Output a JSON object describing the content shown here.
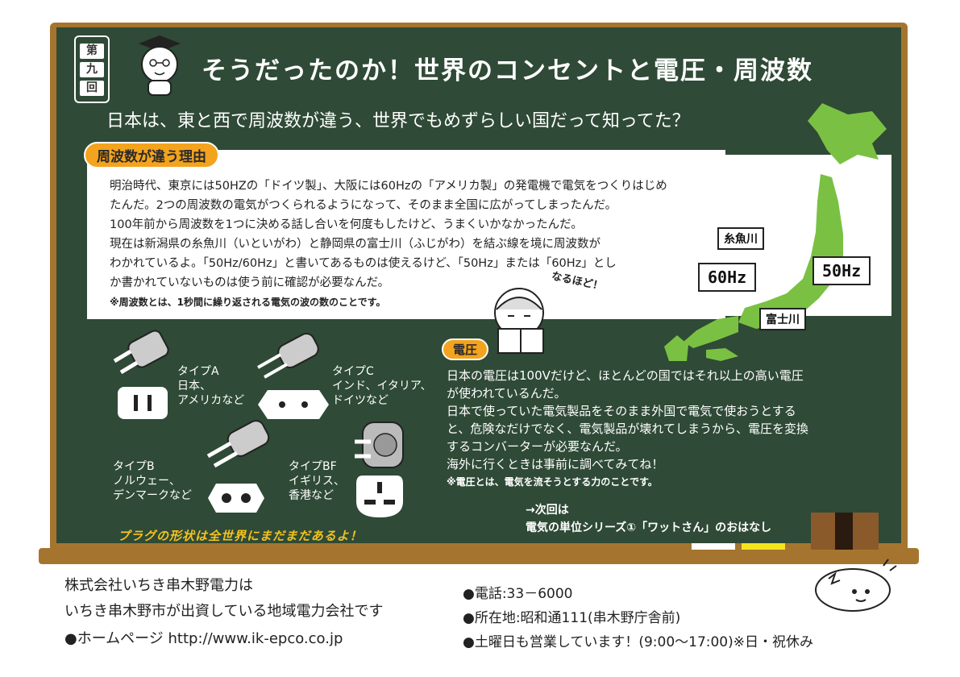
{
  "header": {
    "chapter": [
      "第",
      "九",
      "回"
    ],
    "title": "そうだったのか！世界のコンセントと電圧・周波数",
    "subtitle": "日本は、東と西で周波数が違う、世界でもめずらしい国だって知ってた？"
  },
  "frequency": {
    "heading": "周波数が違う理由",
    "lines": [
      "明治時代、東京には50HZの「ドイツ製」、大阪には60Hzの「アメリカ製」の発電機で電気をつくりはじめ",
      "たんだ。2つの周波数の電気がつくられるようになって、そのまま全国に広がってしまったんだ。",
      "100年前から周波数を1つに決める話し合いを何度もしたけど、うまくいかなかったんだ。",
      "現在は新潟県の糸魚川（いといがわ）と静岡県の富士川（ふじがわ）を結ぶ線を境に周波数が",
      "わかれているよ。「50Hz/60Hz」と書いてあるものは使えるけど、「50Hz」または「60Hz」とし",
      "か書かれていないものは使う前に確認が必要なんだ。"
    ],
    "note": "※周波数とは、1秒間に繰り返される電気の波の数のことです。"
  },
  "map": {
    "label_60": "60Hz",
    "label_50": "50Hz",
    "river_itoigawa": "糸魚川",
    "river_fujikawa": "富士川",
    "exclaim": "なるほど！"
  },
  "plugs": [
    {
      "type": "タイプA",
      "countries": [
        "日本、",
        "アメリカなど"
      ]
    },
    {
      "type": "タイプC",
      "countries": [
        "インド、イタリア、",
        "ドイツなど"
      ]
    },
    {
      "type": "タイプB",
      "countries": [
        "ノルウェー、",
        "デンマークなど"
      ]
    },
    {
      "type": "タイプBF",
      "countries": [
        "イギリス、",
        "香港など"
      ]
    }
  ],
  "plug_note": "プラグの形状は全世界にまだまだあるよ！",
  "voltage": {
    "heading": "電圧",
    "lines": [
      "日本の電圧は100Vだけど、ほとんどの国ではそれ以上の高い電圧",
      "が使われているんだ。",
      "日本で使っていた電気製品をそのまま外国で電気で使おうとする",
      "と、危険なだけでなく、電気製品が壊れてしまうから、電圧を変換",
      "するコンバーターが必要なんだ。",
      "海外に行くときは事前に調べてみてね！"
    ],
    "note": "※電圧とは、電気を流そうとする力のことです。"
  },
  "next": {
    "line1": "→次回は",
    "line2": "電気の単位シリーズ①「ワットさん」のおはなし"
  },
  "footer": {
    "company1": "株式会社いちき串木野電力は",
    "company2": "いちき串木野市が出資している地域電力会社です",
    "homepage": "●ホームページ  http://www.ik-epco.co.jp",
    "phone": "●電話:33－6000",
    "address": "●所在地:昭和通111(串木野庁舎前)",
    "hours": "●土曜日も営業しています！(9:00～17:00)※日・祝休み"
  },
  "colors": {
    "board": "#2f4a36",
    "frame": "#a5752f",
    "map": "#7ac143",
    "accent": "#f4a31e",
    "chalk_yellow": "#f4c21e"
  }
}
